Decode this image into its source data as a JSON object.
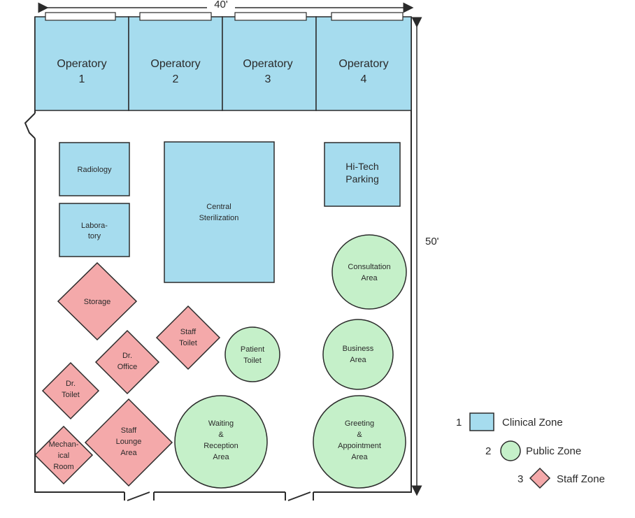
{
  "colors": {
    "clinical_fill": "#a6dcee",
    "public_fill": "#c5f0c9",
    "staff_fill": "#f4a9aa",
    "stroke": "#2b2b2b"
  },
  "dimensions": {
    "width_label": "40'",
    "height_label": "50'"
  },
  "operatories": [
    {
      "line1": "Operatory",
      "line2": "1"
    },
    {
      "line1": "Operatory",
      "line2": "2"
    },
    {
      "line1": "Operatory",
      "line2": "3"
    },
    {
      "line1": "Operatory",
      "line2": "4"
    }
  ],
  "clinical_rooms": {
    "radiology": [
      "Radiology"
    ],
    "laboratory": [
      "Labora-",
      "tory"
    ],
    "central_sterilization": [
      "Central",
      "Sterilization"
    ],
    "hitech_parking": [
      "Hi-Tech",
      "Parking"
    ]
  },
  "public_rooms": {
    "consultation": [
      "Consultation",
      "Area"
    ],
    "patient_toilet": [
      "Patient",
      "Toilet"
    ],
    "business": [
      "Business",
      "Area"
    ],
    "waiting": [
      "Waiting",
      "&",
      "Reception",
      "Area"
    ],
    "greeting": [
      "Greeting",
      "&",
      "Appointment",
      "Area"
    ]
  },
  "staff_rooms": {
    "storage": [
      "Storage"
    ],
    "staff_toilet": [
      "Staff",
      "Toilet"
    ],
    "dr_office": [
      "Dr.",
      "Office"
    ],
    "dr_toilet": [
      "Dr.",
      "Toilet"
    ],
    "staff_lounge": [
      "Staff",
      "Lounge",
      "Area"
    ],
    "mechanical": [
      "Mechan-",
      "ical",
      "Room"
    ]
  },
  "legend": [
    {
      "number": "1",
      "shape": "square",
      "label": "Clinical Zone"
    },
    {
      "number": "2",
      "shape": "circle",
      "label": "Public Zone"
    },
    {
      "number": "3",
      "shape": "diamond",
      "label": "Staff Zone"
    }
  ]
}
